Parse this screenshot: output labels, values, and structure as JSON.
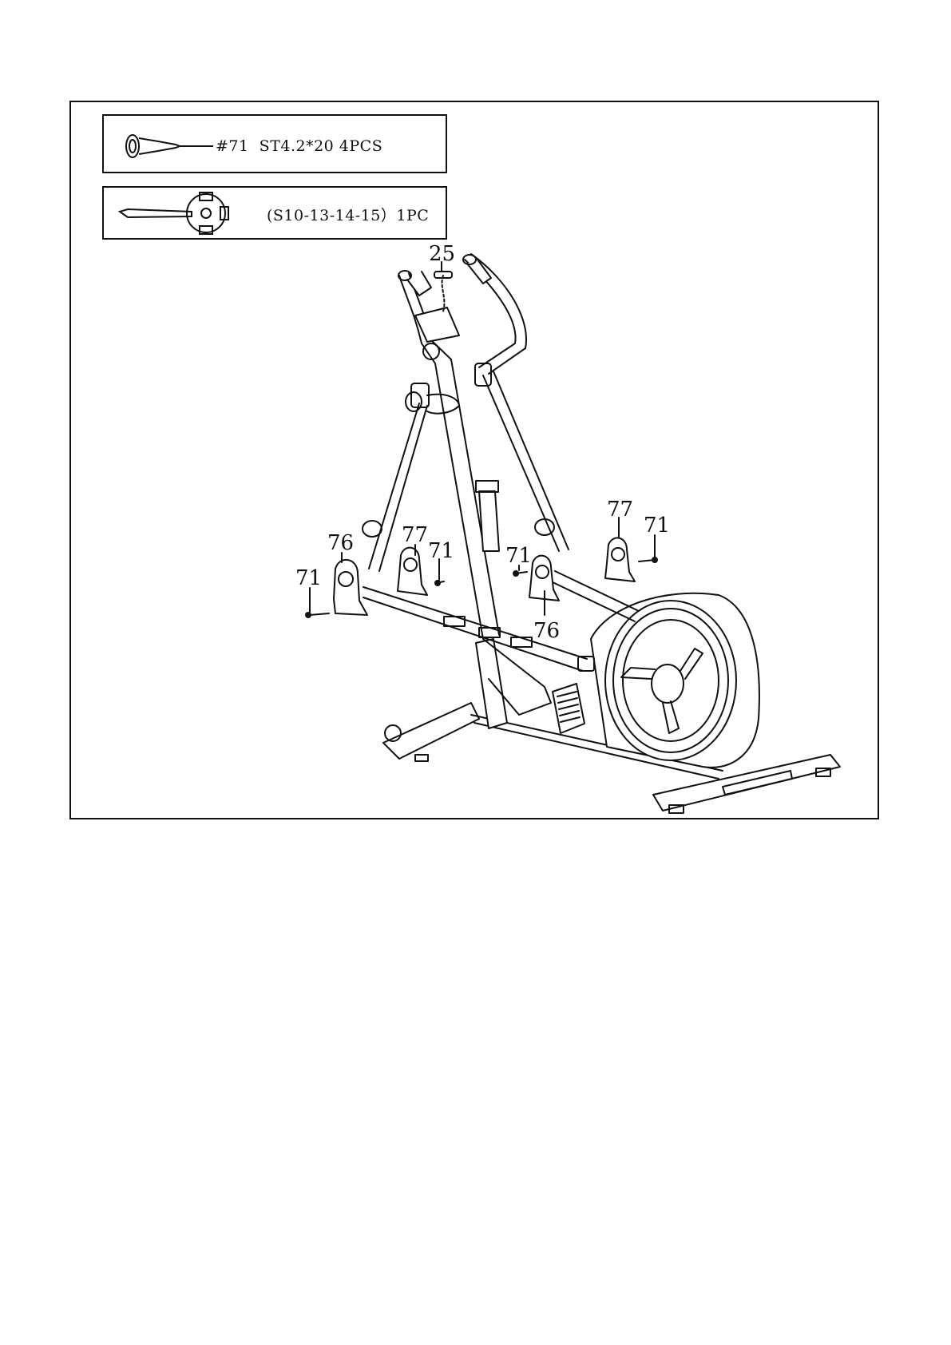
{
  "hardware": {
    "screw": {
      "icon": "screw-icon",
      "text": "#71  ST4.2*20 4PCS"
    },
    "tool": {
      "icon": "multi-wrench-icon",
      "text": "(S10-13-14-15）1PC"
    }
  },
  "callouts": {
    "c25": "25",
    "c76_left": "76",
    "c77_left": "77",
    "c71_left_outer": "71",
    "c71_left_inner": "71",
    "c71_center": "71",
    "c77_right": "77",
    "c71_right": "71",
    "c76_right": "76"
  }
}
